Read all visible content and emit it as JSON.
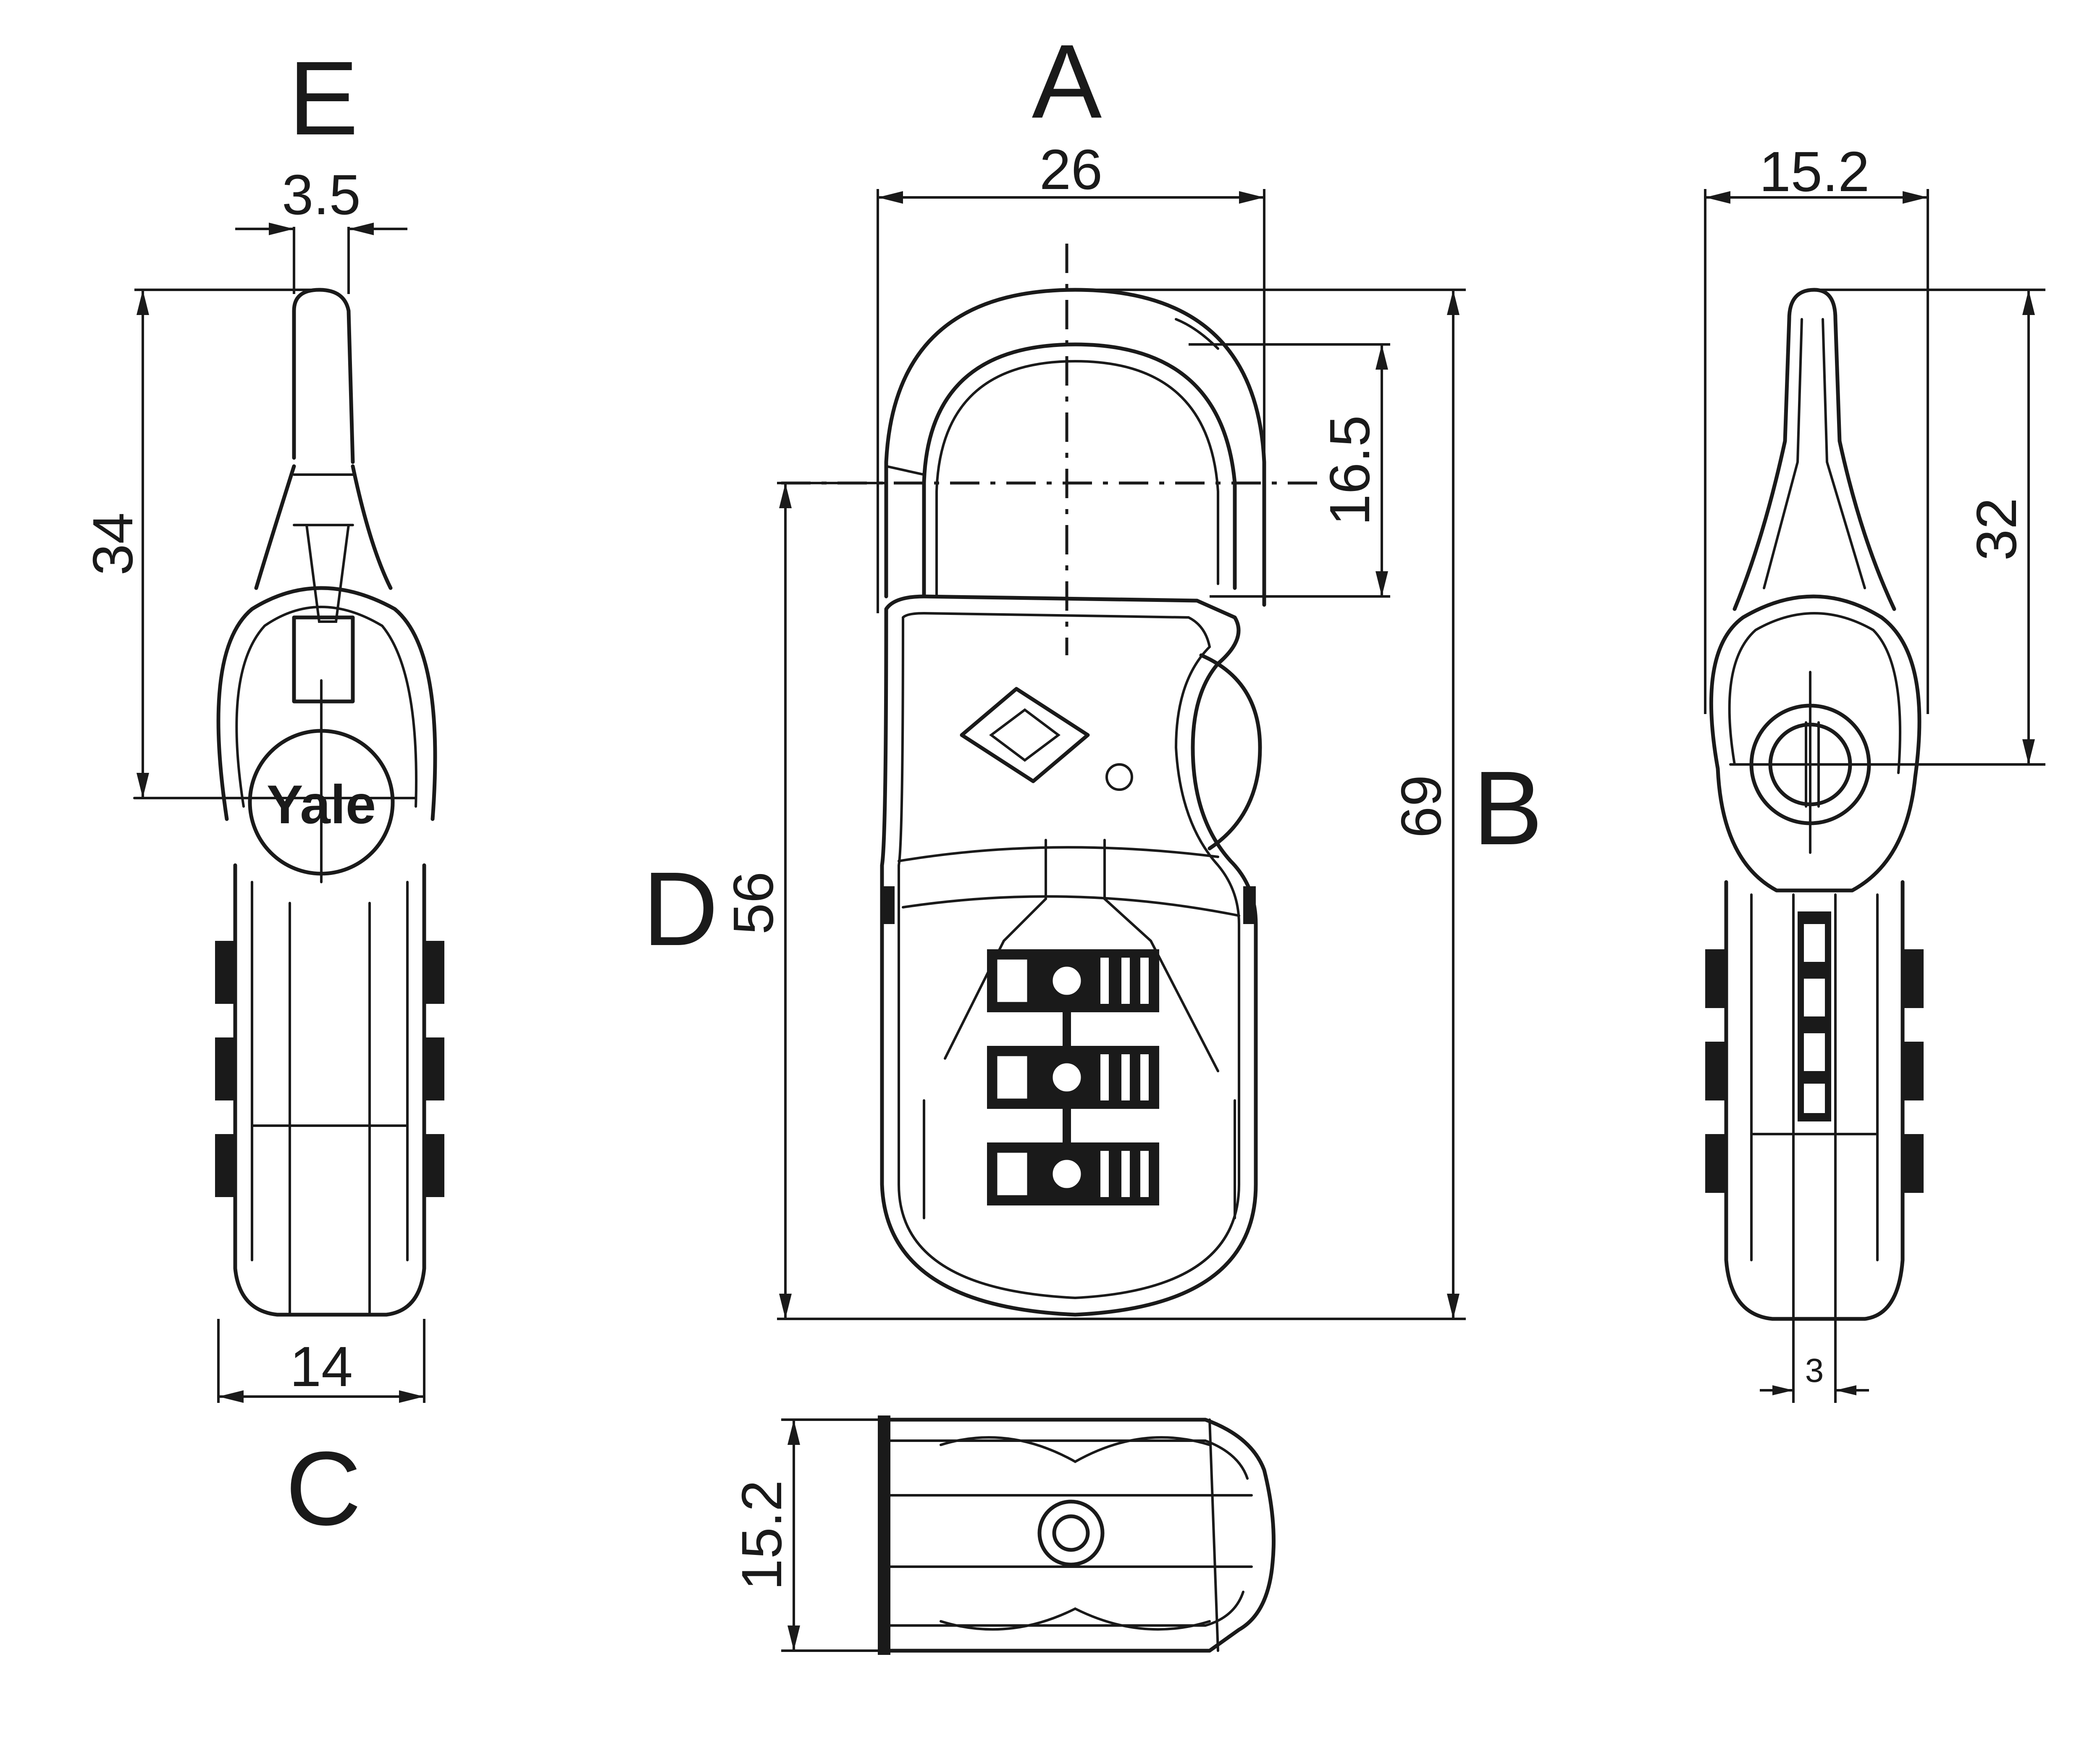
{
  "views": {
    "a": "A",
    "b": "B",
    "c": "C",
    "d": "D",
    "e": "E"
  },
  "dimensions": {
    "front_width": "26",
    "shackle_opening": "16.5",
    "overall_height": "69",
    "body_height": "56",
    "side_left_shackle_width": "3.5",
    "side_left_shackle_height": "34",
    "side_left_body_width": "14",
    "side_right_width": "15.2",
    "side_right_shackle_height": "32",
    "side_right_button": "3",
    "bottom_thickness": "15.2"
  },
  "brand": "Yale"
}
